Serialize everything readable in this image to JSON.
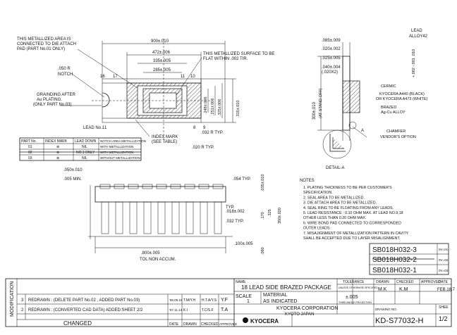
{
  "notes_callouts": {
    "metal_area": [
      "THIS METALLIZED AREA IS",
      "CONNECTED TO DIE ATTACH",
      "PAD (PART No.01 ONLY)"
    ],
    "notch_dim": ".050 R",
    "notch": "NOTCH",
    "grinding": [
      "GRAINDING AFTER",
      "Au PLATING.",
      "(ONLY PART No.03)"
    ],
    "lead1": "LEAD No.1",
    "index_mark": [
      "INDEX MARK",
      "(SEE TABLE)"
    ],
    "flat_surface": [
      "THIS METALLIZED SURFACE TO BE",
      "FLAT WITHIN .002 TIR."
    ],
    "r_typ1": ".032 R TYP.",
    "r_typ2": ".020 R TYP."
  },
  "top_dims": {
    "d1": "900±.010",
    "d2": "472±.006",
    "d3": "335±.005",
    "d4": "285±.005",
    "v1": ".248±.006",
    "v2": ".251±.006",
    "v3": ".325±.006",
    "v4": ".315±.010",
    "lead_nums": [
      "16",
      "17",
      "11",
      "10",
      "1",
      "8",
      "9"
    ]
  },
  "part_table": {
    "headers": [
      "PART No.",
      "INDEX MARK",
      "LEAD DOWN",
      "NOTCH AREA METALLIZATION"
    ],
    "rows": [
      [
        "01",
        "⊕",
        "NIL",
        "WITH METALLIZATION"
      ],
      [
        "02",
        "⊕",
        "NO.1 ONLY",
        "WITH METALLIZATION"
      ],
      [
        "03",
        "⊕",
        "NIL",
        "WITHOUT METALLIZATION"
      ]
    ]
  },
  "side_view": {
    "d_085": ".085±.009",
    "d_020": ".020±.002",
    "d_025": ".025±.005",
    "d_040": ".040±.004",
    "d_040b": "(.020X2)",
    "lead": "LEAD",
    "alloy": "ALLOY42",
    "tol_v": "+.002 -.001 .010",
    "ceramic": "CERMIC",
    "kyocera1": "KYOCERA A440 (BLACK)",
    "kyocera2": "OR KYOCERA A473 (WHITE)",
    "brazed": "BRAZED",
    "agcu": "Ag-Cu ALLOY",
    "stand": "300±.010",
    "stand2": "(AT STAND OFF)",
    "chamfer": "CHAMFER",
    "chamfer2": "VENDOR'S OPTION",
    "detail": "DETAIL-A",
    "label_a": "A"
  },
  "bottom_dims": {
    "d_050": ".050±.010",
    "d_005": ".005 MIN.",
    "d_054": ".054 TYP.",
    "d_035": ".035±.010",
    "d_018": ".018±.002",
    "d_typ": "TYP.",
    "d_032": ".032 TYP.",
    "d_170": ".170",
    "d_325": ".325",
    "d_350": "350±.020",
    "d_100": ".100±.005",
    "d_060": ".060",
    "d_800": ".800±.005",
    "tol": "TOL NON ACCUM."
  },
  "notes": {
    "title": "NOTES",
    "items": [
      "1. PLATING THICKNESS TO BE PER CUSTOMER'S",
      "   SPECIFICATION.",
      "2. SEAL AREA TO BE METALLIZED.",
      "3. DIE ATTACH AREA TO BE METALLIZED.",
      "4. SEAL RING TO BE FLOATING FROM ANY LEADS.",
      "5. LEAD RESISTANCE : 0.10 OHM MAX. AT LEAD NO.9,18",
      "   OTHER LESS THAN 0.20 OHM MAX.",
      "6. WIRE BOND PAD CONNECTED TO CORRESPONDED",
      "   OUTER LEADS.",
      "7. MISAJIGNMENT OF METALLIZATION PATTERN IN CAVITY",
      "   SHALL BE ACCEPTED DUE TO LAYER MISALIGNMENT."
    ]
  },
  "part_numbers": [
    "SB018H032-3",
    "SB018H032-2",
    "SB018H032-1"
  ],
  "part_side": [
    "0V=01",
    "0V=02",
    "0V=03"
  ],
  "title_block": {
    "name_label": "NAME",
    "name": "18 LEAD SIDE BRAZED PACKAGE",
    "scale_label": "SCALE",
    "scale": "1",
    "material_label": "MATERIAL",
    "material": "AS INDICATED",
    "tolerance_label": "TOLERANCE",
    "tolerance_sub": "UNLESS OTHERWISE SPECIFIED",
    "tolerance": "±.005",
    "projection": "THIRD ANGLE PROJECTION",
    "drawn": "DRAWN",
    "checked": "CHECKED",
    "approved": "APPROVED",
    "date": "DATE",
    "drawn_v": "M.K",
    "checked_v": "K.M",
    "date_v": "FEB.18.7",
    "company1": "KYOCERA CORPORATION",
    "company2": "KYOTO JAPAN",
    "logo": "KYOCERA",
    "drawing_no_label": "DRAWING NO.",
    "drawing_no": "KD-S77032-H",
    "sheet_label": "SHEE",
    "sheet": "1/2"
  },
  "revisions": {
    "side_label": "MODIFICATION",
    "rows": [
      {
        "mark": "3",
        "text": "REDRAWN : (DELETE PART No.02 , ADDED PART No.03)",
        "date": "'98.09.10",
        "drawn": "T.M/Y.H",
        "checked": "H.T.A/Y.S",
        "approved": "Y.F"
      },
      {
        "mark": "2",
        "text": "REDRAWN : (CONVERTED CAD DATA)     ADDED:SHEET 2/2",
        "date": "'97.11.14",
        "drawn": "K.I",
        "checked": "T.C/S.F",
        "approved": "T.A"
      }
    ],
    "footer": [
      "CHANGED",
      "DATE",
      "DRAWN",
      "CHECKED",
      "APPROVED"
    ]
  }
}
